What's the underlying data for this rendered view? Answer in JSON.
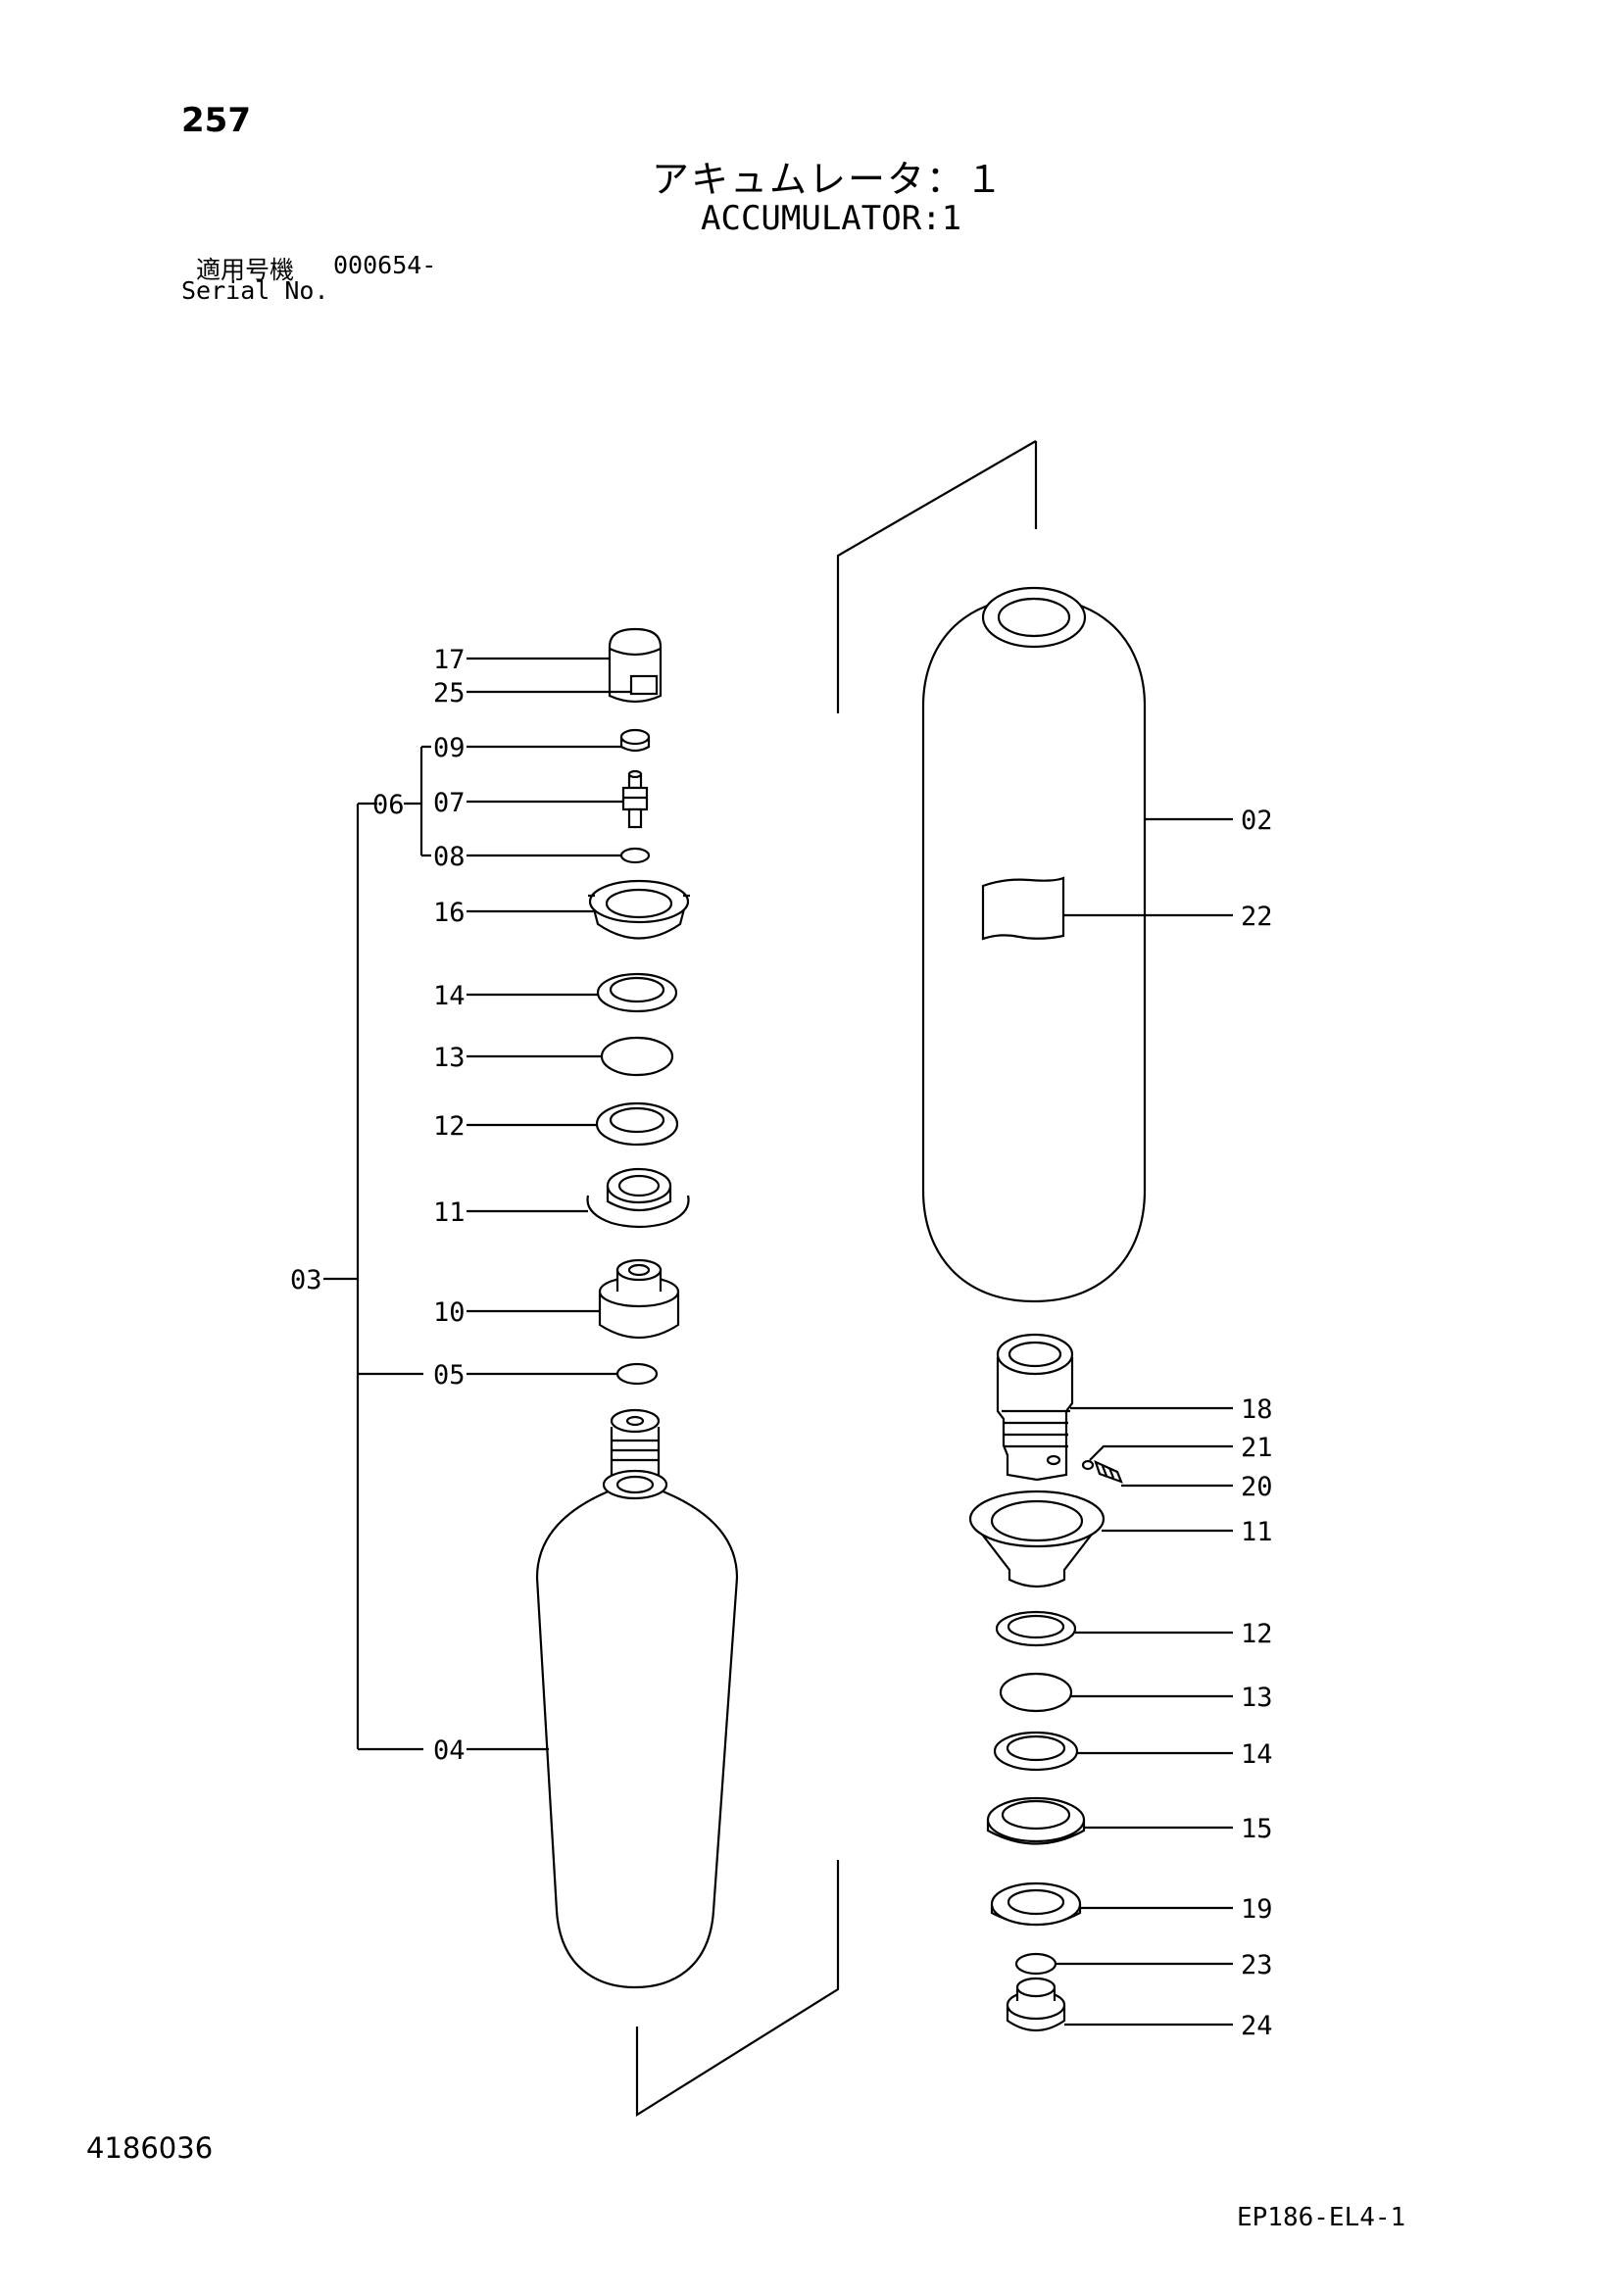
{
  "header": {
    "page_number": "257",
    "title_ja": "アキュムレータ：１",
    "title_en": "ACCUMULATOR:1",
    "serial_label_ja": "適用号機",
    "serial_value": "000654-",
    "serial_label_en": "Serial No."
  },
  "footer": {
    "drawing_number": "4186036",
    "sheet_code": "EP186-EL4-1"
  },
  "callouts": {
    "left": [
      "17",
      "25",
      "09",
      "07",
      "08",
      "06",
      "16",
      "14",
      "13",
      "12",
      "11",
      "03",
      "10",
      "05",
      "04"
    ],
    "right": [
      "02",
      "22",
      "18",
      "21",
      "20",
      "11",
      "12",
      "13",
      "14",
      "15",
      "19",
      "23",
      "24"
    ]
  }
}
